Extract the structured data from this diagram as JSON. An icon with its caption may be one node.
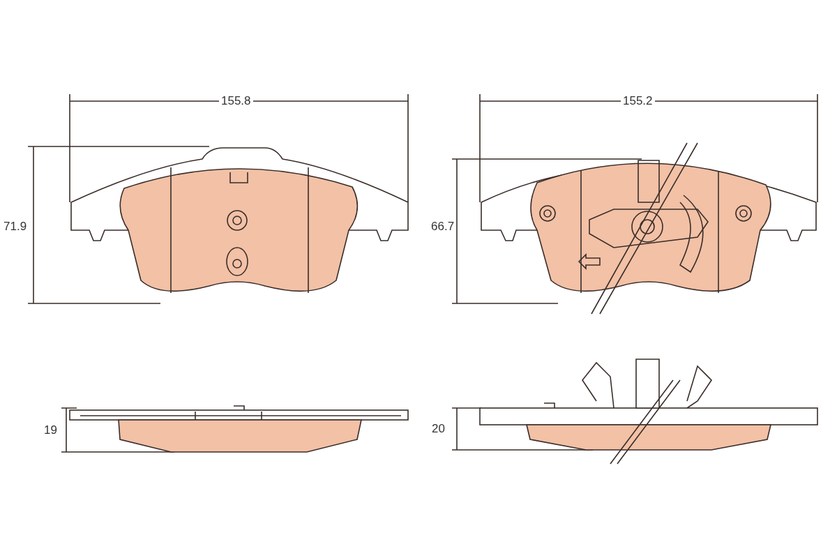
{
  "diagram": {
    "labels": [
      "155.8",
      "155.2",
      "71.9",
      "66.7",
      "19",
      "20"
    ]
  }
}
